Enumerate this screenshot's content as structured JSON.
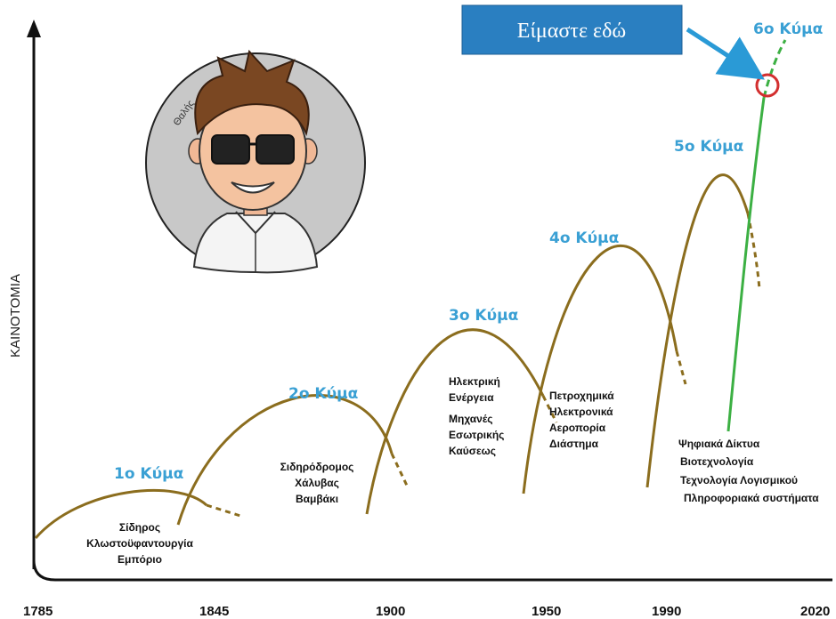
{
  "y_axis_label": "ΚΑΙΝΟΤΟΜΙΑ",
  "x_ticks": [
    "1785",
    "1845",
    "1900",
    "1950",
    "1990",
    "2020"
  ],
  "banner": {
    "text": "Είμαστε εδώ",
    "color": "#2a7fc1"
  },
  "avatar": {
    "name": "Θαλής"
  },
  "waves": [
    {
      "label": "1ο Κύμα",
      "items": [
        "Σίδηρος",
        "Κλωστοϋφαντουργία",
        "Εμπόριο"
      ]
    },
    {
      "label": "2ο Κύμα",
      "items": [
        "Σιδηρόδρομος",
        "Χάλυβας",
        "Βαμβάκι"
      ]
    },
    {
      "label": "3ο Κύμα",
      "items": [
        "Ηλεκτρική",
        "Ενέργεια",
        "Μηχανές",
        "Εσωτρικής",
        "Καύσεως"
      ]
    },
    {
      "label": "4ο Κύμα",
      "items": [
        "Πετροχημικά",
        "Ηλεκτρονικά",
        "Αεροπορία",
        "Διάστημα"
      ]
    },
    {
      "label": "5ο Κύμα",
      "items": [
        "Ψηφιακά Δίκτυα",
        "Βιοτεχνολογία",
        "Τεχνολογία Λογισμικού",
        "Πληροφοριακά συστήματα"
      ]
    },
    {
      "label": "6ο Κύμα",
      "items": []
    }
  ],
  "colors": {
    "wave_curve": "#8b6d1e",
    "sixth_wave": "#3cb043",
    "label": "#3aa0d4",
    "marker": "#d32f2f"
  }
}
